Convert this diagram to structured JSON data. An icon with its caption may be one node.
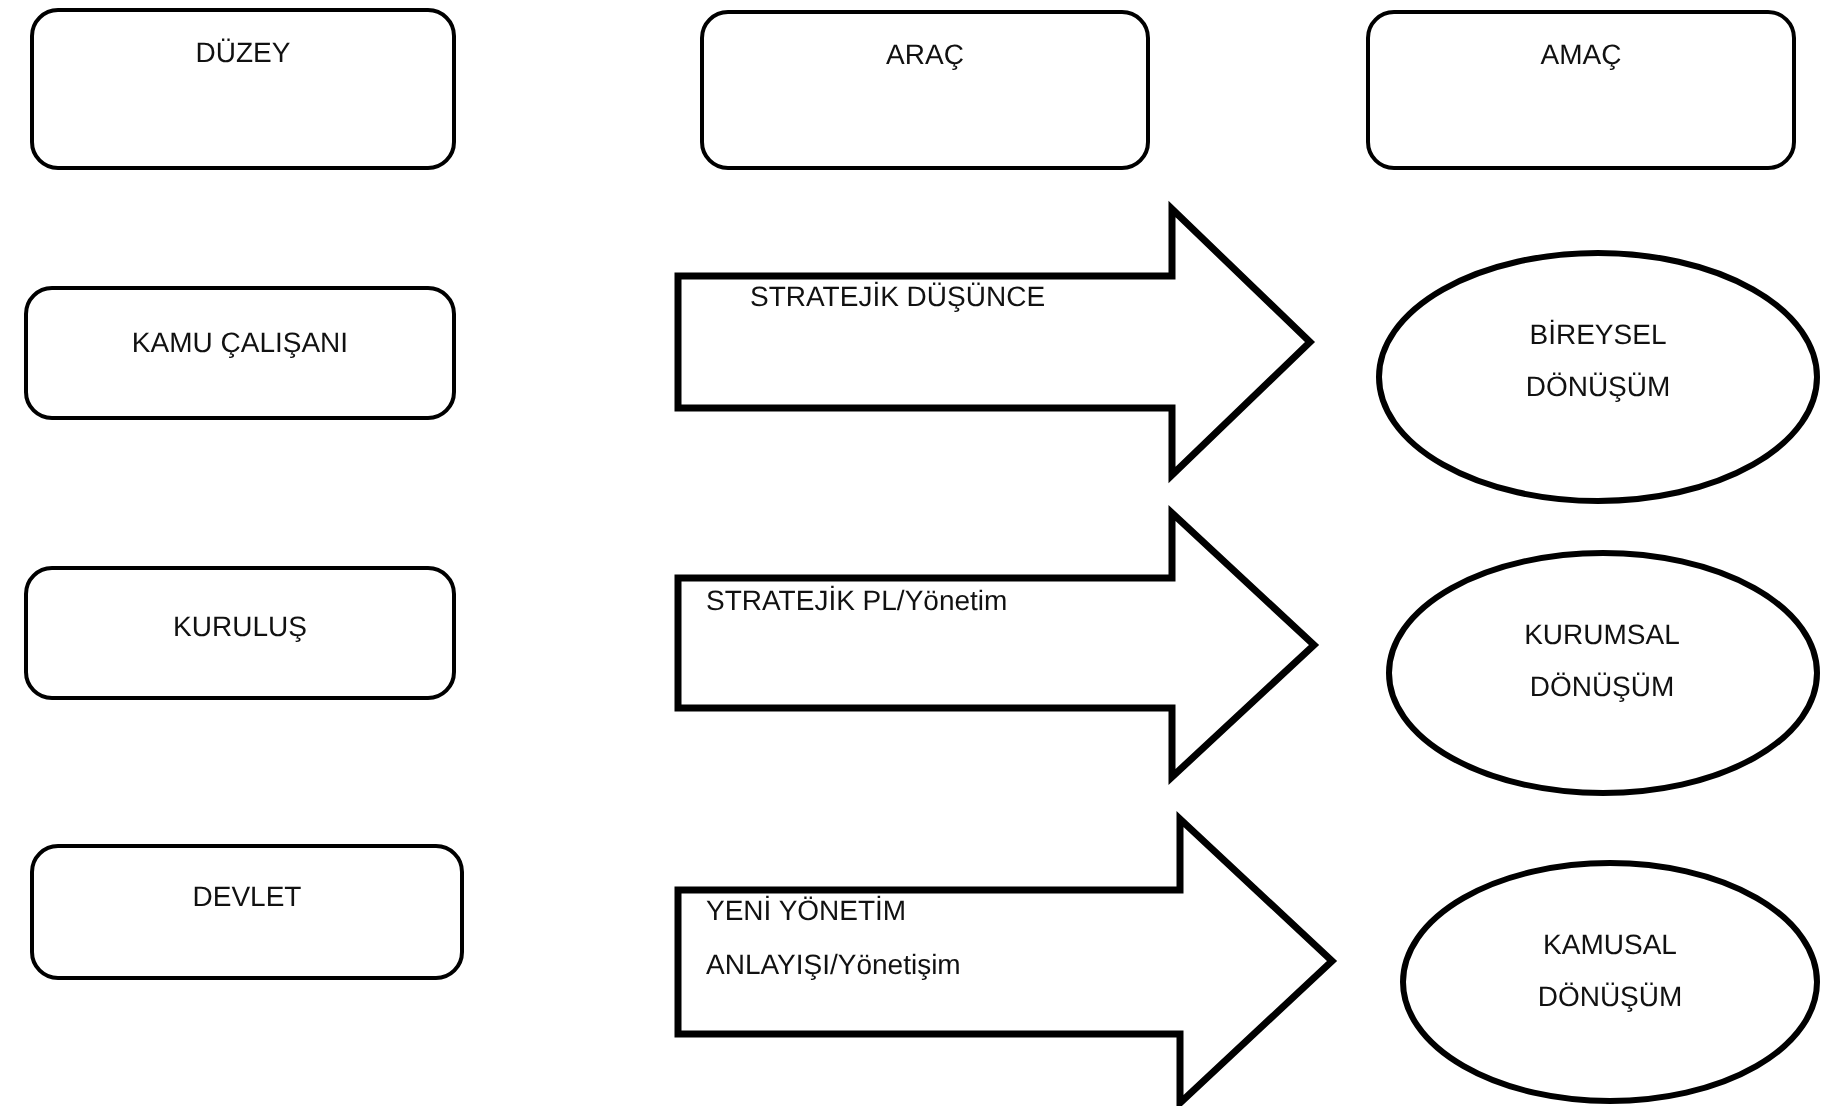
{
  "diagram": {
    "nodes": [
      {
        "text": [
          "DÜZEY"
        ]
      },
      {
        "text": [
          "ARAÇ"
        ]
      },
      {
        "text": [
          "AMAÇ"
        ]
      },
      {
        "text": [
          "KAMU ÇALIŞANI"
        ]
      },
      {
        "text": [
          "STRATEJİK DÜŞÜNCE"
        ]
      },
      {
        "text": [
          "BİREYSEL DÖNÜŞÜM"
        ]
      },
      {
        "text": [
          "KURULUŞ"
        ]
      },
      {
        "text": [
          "STRATEJİK PL/Yönetim"
        ]
      },
      {
        "text": [
          "KURUMSAL DÖNÜŞÜM"
        ]
      },
      {
        "text": [
          "DEVLET"
        ]
      },
      {
        "text": [
          "YENİ YÖNETİM ANLAYIŞI/Yönetişim"
        ]
      },
      {
        "text": [
          "KAMUSAL DÖNÜŞÜM"
        ]
      }
    ]
  }
}
